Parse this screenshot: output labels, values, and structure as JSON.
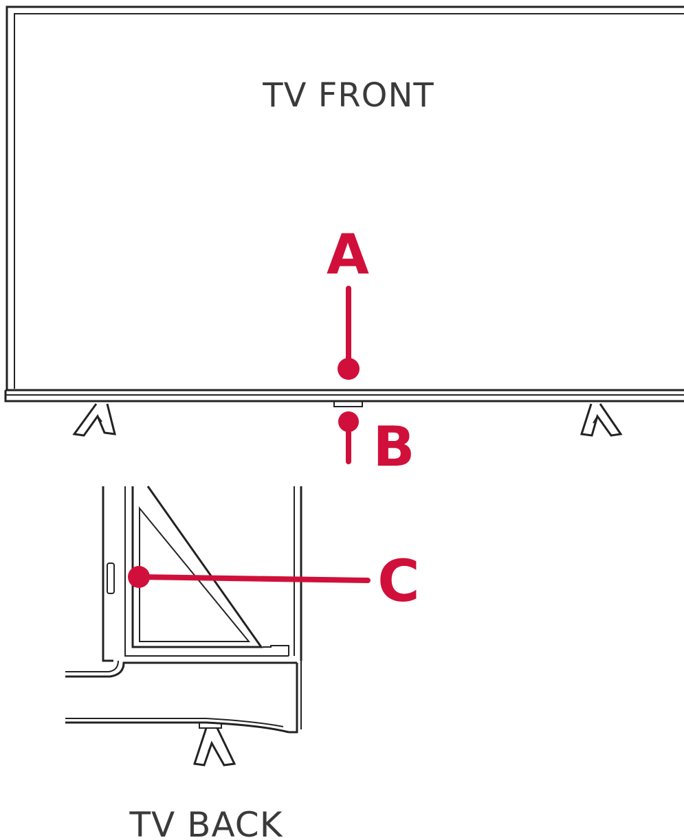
{
  "captions": {
    "front": "TV FRONT",
    "back": "TV BACK"
  },
  "callouts": {
    "a": "A",
    "b": "B",
    "c": "C"
  },
  "colors": {
    "callout": "#d0103a",
    "outline": "#222222",
    "caption_text": "#3a3a3a"
  }
}
